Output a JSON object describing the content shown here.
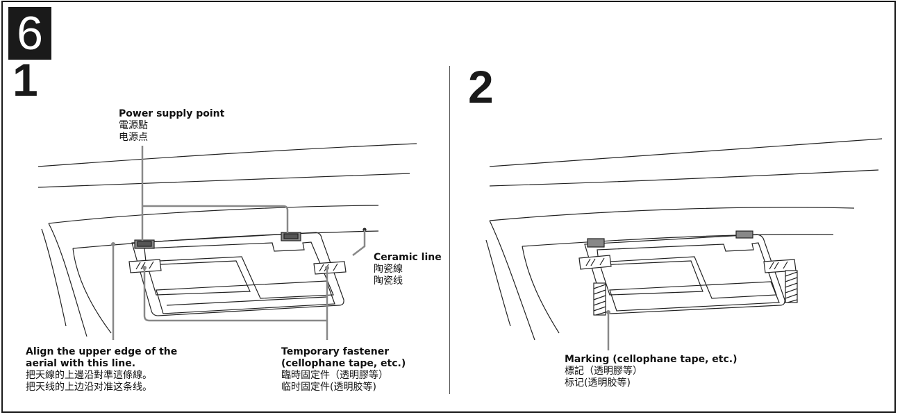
{
  "figure_number": "6",
  "steps": {
    "step1": "1",
    "step2": "2"
  },
  "labels": {
    "power_supply": {
      "en": "Power supply point",
      "zh_trad": "電源點",
      "zh_simp": "电源点"
    },
    "ceramic_line": {
      "en": "Ceramic line",
      "zh_trad": "陶瓷線",
      "zh_simp": "陶瓷线"
    },
    "align": {
      "en_line1": "Align the upper edge of the",
      "en_line2": "aerial with this line.",
      "zh_trad": "把天線的上邊沿對準這條線。",
      "zh_simp": "把天线的上边沿对准这条线。"
    },
    "fastener": {
      "en_line1": "Temporary fastener",
      "en_line2": "(cellophane tape, etc.)",
      "zh_trad": "臨時固定件（透明膠等）",
      "zh_simp": "临时固定件(透明胶等)"
    },
    "marking": {
      "en": "Marking (cellophane tape, etc.)",
      "zh_trad": "標記（透明膠等）",
      "zh_simp": "标记(透明胶等)"
    }
  }
}
